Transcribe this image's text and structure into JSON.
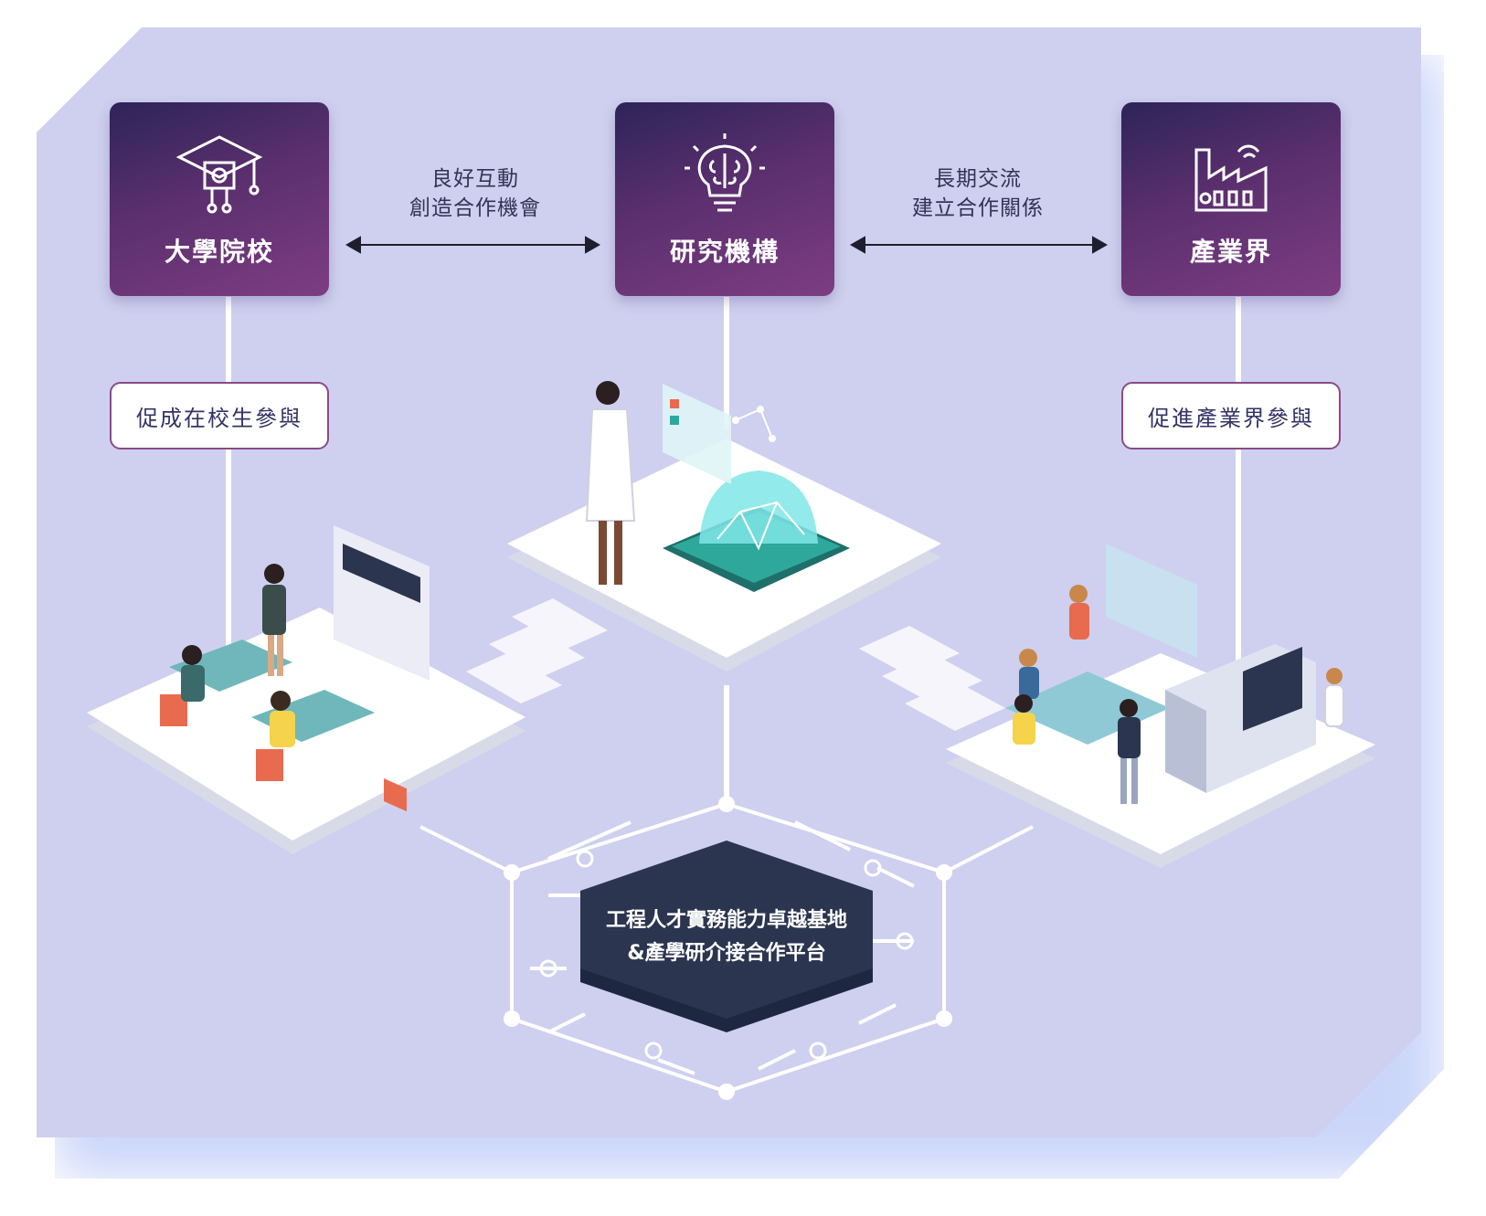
{
  "colors": {
    "panel": "#cfd0ef",
    "card_dark": "#2d2458",
    "card_light": "#7d3d82",
    "pill_border": "#8a4a86",
    "hub": "#2b3550",
    "chip": "#2fa89c"
  },
  "nodes": {
    "university": {
      "title": "大學院校",
      "icon": "graduation-cap-chip-icon"
    },
    "research": {
      "title": "研究機構",
      "icon": "brain-lightbulb-icon"
    },
    "industry": {
      "title": "產業界",
      "icon": "factory-icon"
    }
  },
  "links": {
    "uni_research": {
      "line1": "良好互動",
      "line2": "創造合作機會"
    },
    "research_industry": {
      "line1": "長期交流",
      "line2": "建立合作關係"
    }
  },
  "pills": {
    "students": "促成在校生參與",
    "industry": "促進產業界參與"
  },
  "hub": {
    "line1": "工程人才實務能力卓越基地",
    "line2": "&產學研介接合作平台"
  }
}
